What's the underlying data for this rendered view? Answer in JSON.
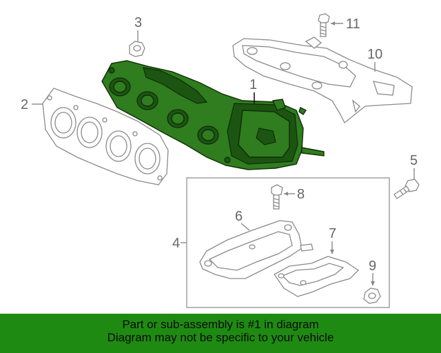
{
  "callouts": {
    "c1": "1",
    "c2": "2",
    "c3": "3",
    "c4": "4",
    "c5": "5",
    "c6": "6",
    "c7": "7",
    "c8": "8",
    "c9": "9",
    "c10": "10",
    "c11": "11"
  },
  "banner": {
    "line1": "Part or sub-assembly is #1 in diagram",
    "line2": "Diagram may not be specific to your vehicle"
  },
  "colors": {
    "highlight": "#2f7d1e",
    "banner": "#1f8a12",
    "linework": "#8a8a8a"
  }
}
